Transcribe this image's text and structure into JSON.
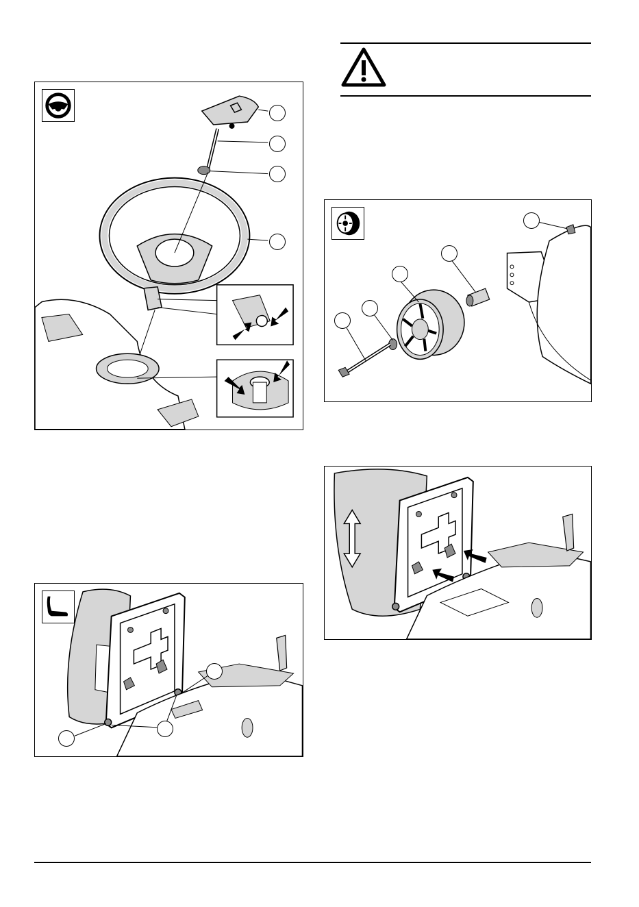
{
  "page": {
    "background": "#ffffff",
    "ink": "#000000",
    "fill_gray": "#d6d6d6",
    "dark_gray": "#8c8c8c"
  },
  "figures": [
    {
      "id": "steering-wheel",
      "icon": "steering-wheel-icon",
      "callouts": 4
    },
    {
      "id": "seat-mount",
      "icon": "seat-icon",
      "callouts": 3
    },
    {
      "id": "wheel-assembly",
      "icon": "wheel-icon",
      "callouts": 5
    },
    {
      "id": "seat-adjust",
      "icon": "",
      "callouts": 0
    }
  ],
  "warning": {
    "icon": "warning-triangle-icon"
  }
}
